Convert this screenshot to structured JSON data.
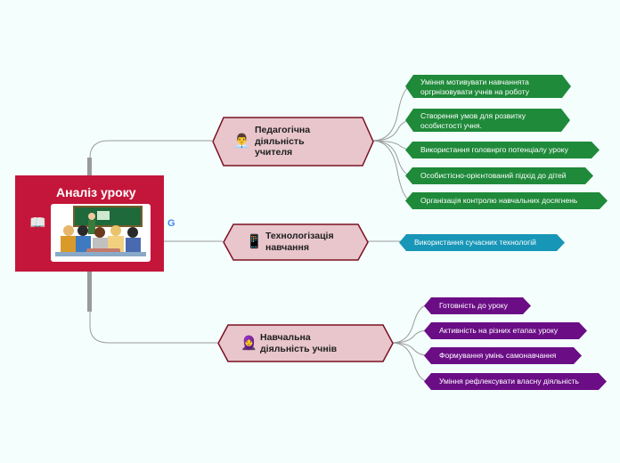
{
  "root": {
    "title": "Аналіз уроку",
    "icon": "book-icon",
    "image": "classroom-illustration"
  },
  "google_icon": "G",
  "colors": {
    "root": "#c4163a",
    "hex_fill": "#e8c6cc",
    "hex_border": "#7b1022",
    "green": "#1f8a3a",
    "teal": "#1796b8",
    "purple": "#6b0e86",
    "connector": "#9a9a9a"
  },
  "branches": [
    {
      "label_lines": [
        "Педагогічна",
        "діяльність",
        "учителя"
      ],
      "icon": "teacher-icon",
      "leaf_color": "green",
      "leaves": [
        [
          "Уміння мотивувати  навчаннята",
          "оргрнізовувати учнів на роботу"
        ],
        [
          "Створення умов для розвитку",
          "особистості учня."
        ],
        [
          "Використання головнрго потенціалу уроку"
        ],
        [
          "Особистісно-орієнтований підхід до дітей"
        ],
        [
          "Організація контролю навчальних досягнень"
        ]
      ]
    },
    {
      "label_lines": [
        "Технологізація",
        "навчання"
      ],
      "icon": "phone-icon",
      "leaf_color": "teal",
      "leaves": [
        [
          "Використання сучасних технологій"
        ]
      ]
    },
    {
      "label_lines": [
        "Навчальна",
        "діяльність учнів"
      ],
      "icon": "student-icon",
      "leaf_color": "purple",
      "leaves": [
        [
          "Готовність до уроку"
        ],
        [
          "Активність на різних етапах уроку"
        ],
        [
          "Формування умінь самонавчання"
        ],
        [
          "Уміння рефлексувати власну діяльність"
        ]
      ]
    }
  ]
}
